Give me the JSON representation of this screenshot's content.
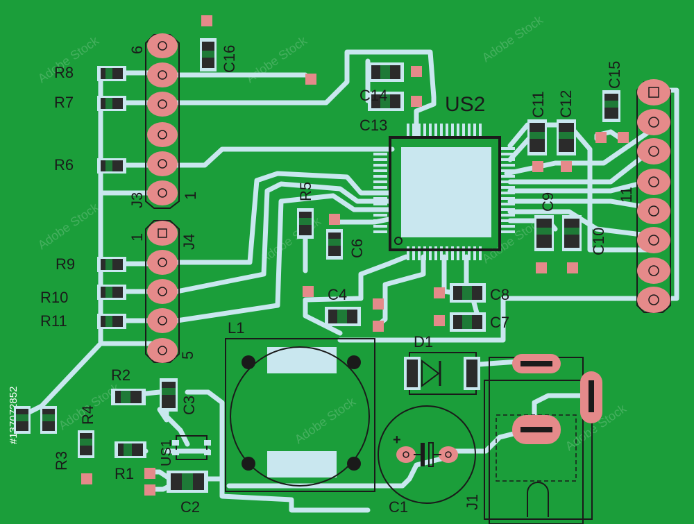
{
  "board": {
    "colors": {
      "substrate": "#1b9e3a",
      "trace": "#c9e7ef",
      "pad": "#e58a8a",
      "silkscreen": "#1a1a1a",
      "smd_body": "#2b2b2b",
      "smd_band": "#1e7a37"
    },
    "watermark_text": "Adobe Stock",
    "side_stock_number": "#137072852"
  },
  "components": {
    "us2": "US2",
    "us1": "US1",
    "l1": "L1",
    "d1": "D1",
    "j1": "J1",
    "j3": "J3",
    "j4": "J4",
    "r1": "R1",
    "r2": "R2",
    "r3": "R3",
    "r4": "R4",
    "r5": "R5",
    "r6": "R6",
    "r7": "R7",
    "r8": "R8",
    "r9": "R9",
    "r10": "R10",
    "r11": "R11",
    "c1": "C1",
    "c2": "C2",
    "c3": "C3",
    "c4": "C4",
    "c6": "C6",
    "c7": "C7",
    "c8": "C8",
    "c9": "C9",
    "c10": "C10",
    "c11": "C11",
    "c12": "C12",
    "c13": "C13",
    "c14": "C14",
    "c15": "C15",
    "c16": "C16"
  },
  "pin_markers": {
    "j3_pin6": "6",
    "j3_pin1": "1",
    "j4_pin1": "1",
    "j4_pin5": "5",
    "right_header_pin": "11",
    "c1_polarity": "+"
  }
}
